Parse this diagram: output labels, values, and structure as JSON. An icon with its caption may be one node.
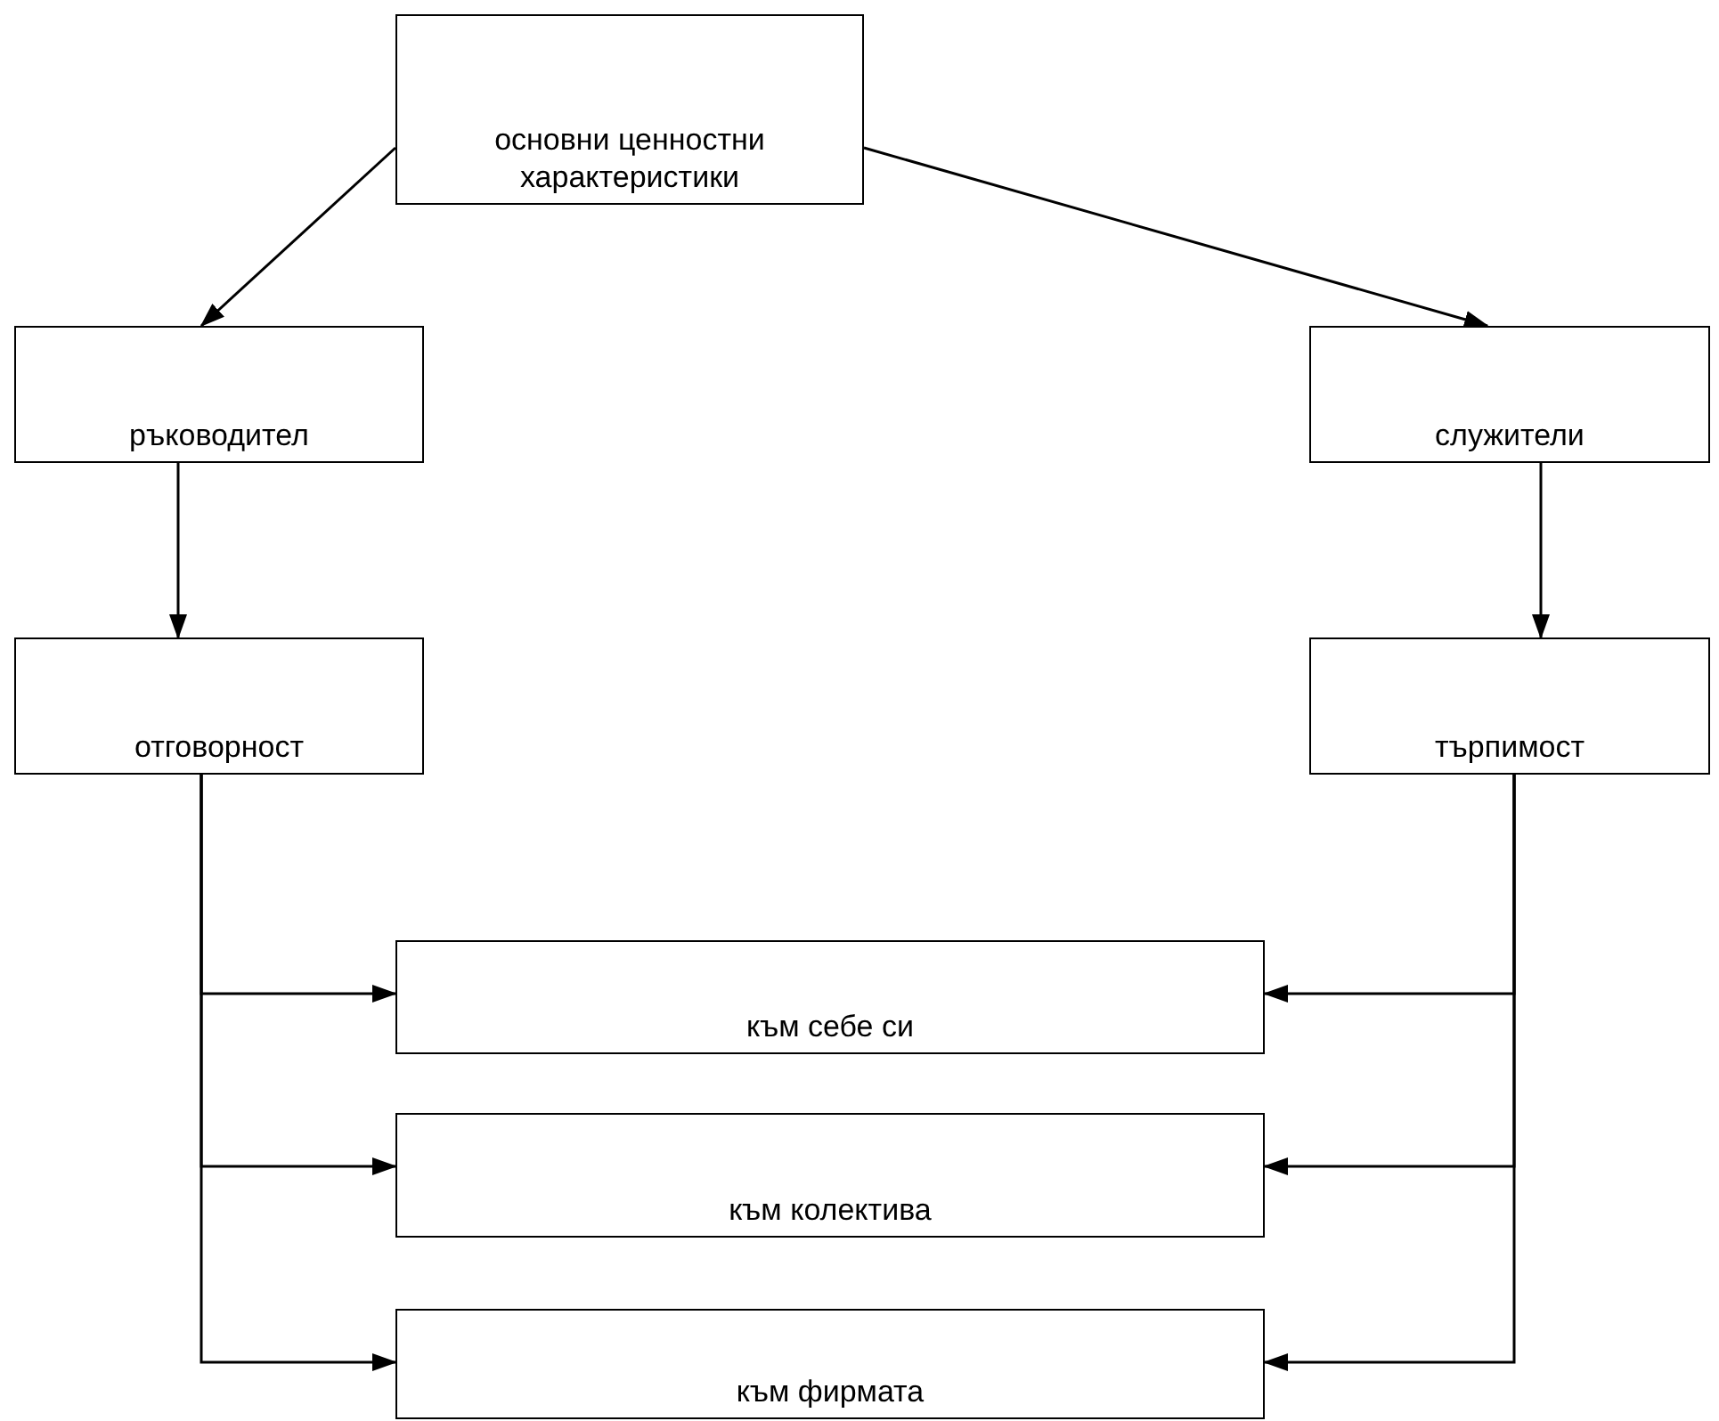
{
  "diagram": {
    "nodes": [
      {
        "text": [
          "основни ценностни характеристики"
        ]
      },
      {
        "text": [
          "ръководител"
        ]
      },
      {
        "text": [
          "служители"
        ]
      },
      {
        "text": [
          "отговорност"
        ]
      },
      {
        "text": [
          "търпимост"
        ]
      },
      {
        "text": [
          "към себе си"
        ]
      },
      {
        "text": [
          "към колектива"
        ]
      },
      {
        "text": [
          "към фирмата"
        ]
      }
    ],
    "edges": [
      {
        "from": 0,
        "to": 1,
        "arrow": "to"
      },
      {
        "from": 0,
        "to": 2,
        "arrow": "to"
      },
      {
        "from": 1,
        "to": 3,
        "arrow": "to"
      },
      {
        "from": 2,
        "to": 4,
        "arrow": "to"
      },
      {
        "from": 3,
        "to": 5,
        "arrow": "to"
      },
      {
        "from": 3,
        "to": 6,
        "arrow": "to"
      },
      {
        "from": 3,
        "to": 7,
        "arrow": "to"
      },
      {
        "from": 4,
        "to": 5,
        "arrow": "to"
      },
      {
        "from": 4,
        "to": 6,
        "arrow": "to"
      },
      {
        "from": 4,
        "to": 7,
        "arrow": "to"
      }
    ]
  }
}
